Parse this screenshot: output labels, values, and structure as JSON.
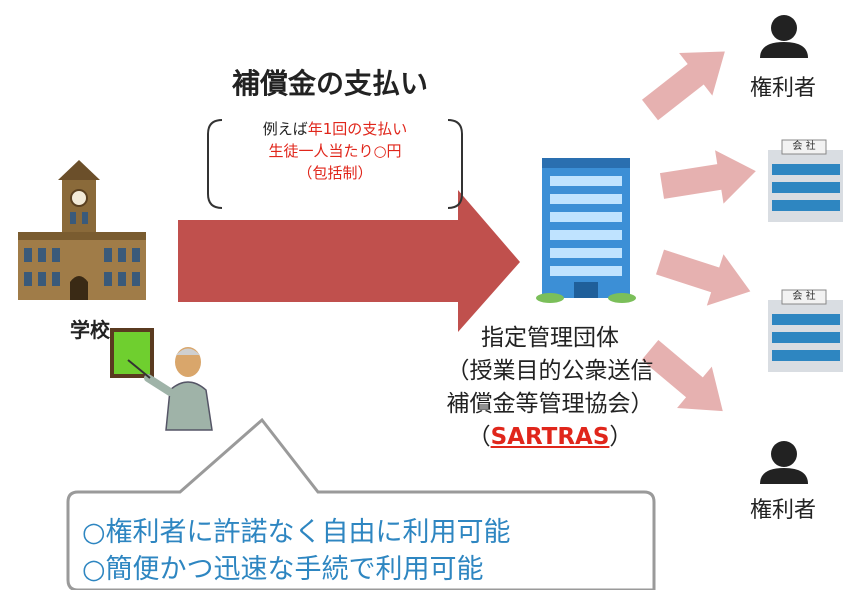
{
  "title": "補償金の支払い",
  "note": {
    "line1_prefix": "例えば",
    "line1_highlight": "年1回の支払い",
    "line2": "生徒一人当たり○円",
    "line3": "（包括制）"
  },
  "school": {
    "label": "学校"
  },
  "organization": {
    "line1": "指定管理団体",
    "line2": "（授業目的公衆送信",
    "line3": "補償金等管理協会）",
    "paren_open": "（",
    "acronym": "SARTRAS",
    "paren_close": "）"
  },
  "right_holders": {
    "top_label": "権利者",
    "bottom_label": "権利者",
    "company_sign": "会 社"
  },
  "callout": {
    "line1": "○権利者に許諾なく自由に利用可能",
    "line2": "○簡便かつ迅速な手続で利用可能"
  },
  "colors": {
    "main_arrow": "#c0504d",
    "branch_arrow": "#e6b1b0",
    "callout_text": "#2e86c1",
    "highlight": "#e0261b",
    "building_blue": "#3c8fd6"
  },
  "icons": [
    "school-building-icon",
    "teacher-icon",
    "office-building-icon",
    "person-icon",
    "company-building-icon"
  ]
}
